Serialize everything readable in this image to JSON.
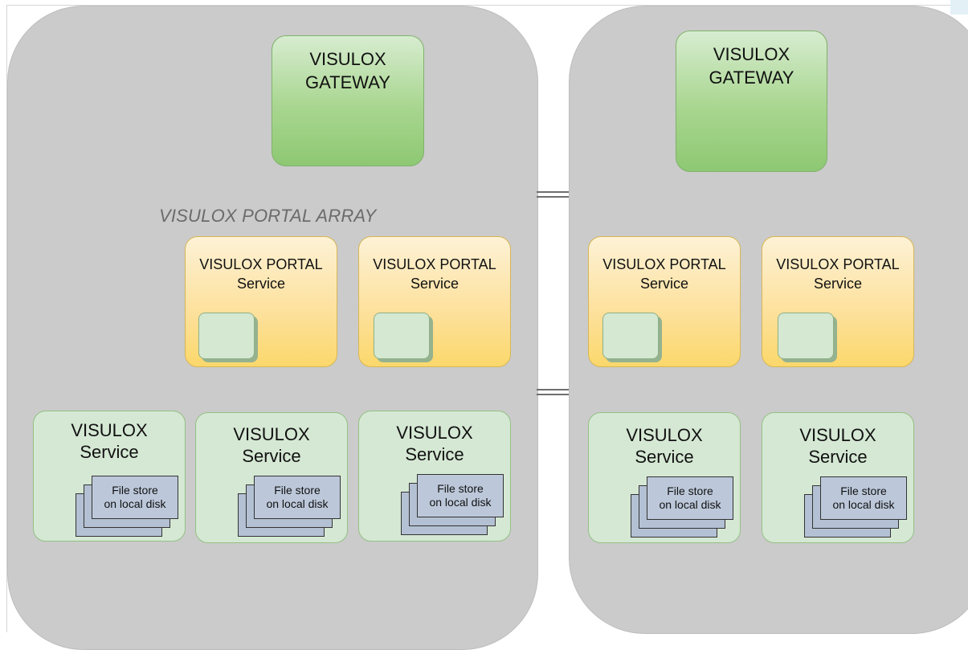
{
  "diagram": {
    "array_label": "VISULOX PORTAL ARRAY",
    "gateway": {
      "line1": "VISULOX",
      "line2": "GATEWAY"
    },
    "portal": {
      "line1": "VISULOX PORTAL",
      "line2": "Service"
    },
    "service": {
      "line1": "VISULOX",
      "line2": "Service"
    },
    "file_store": {
      "line1": "File store",
      "line2": "on local disk"
    }
  },
  "colors": {
    "cluster_fill": "#cbcbcb",
    "gateway_green": "#a8d68f",
    "portal_yellow": "#fde09a",
    "service_green": "#d5e8d4",
    "file_store_blue": "#bcc8da"
  }
}
